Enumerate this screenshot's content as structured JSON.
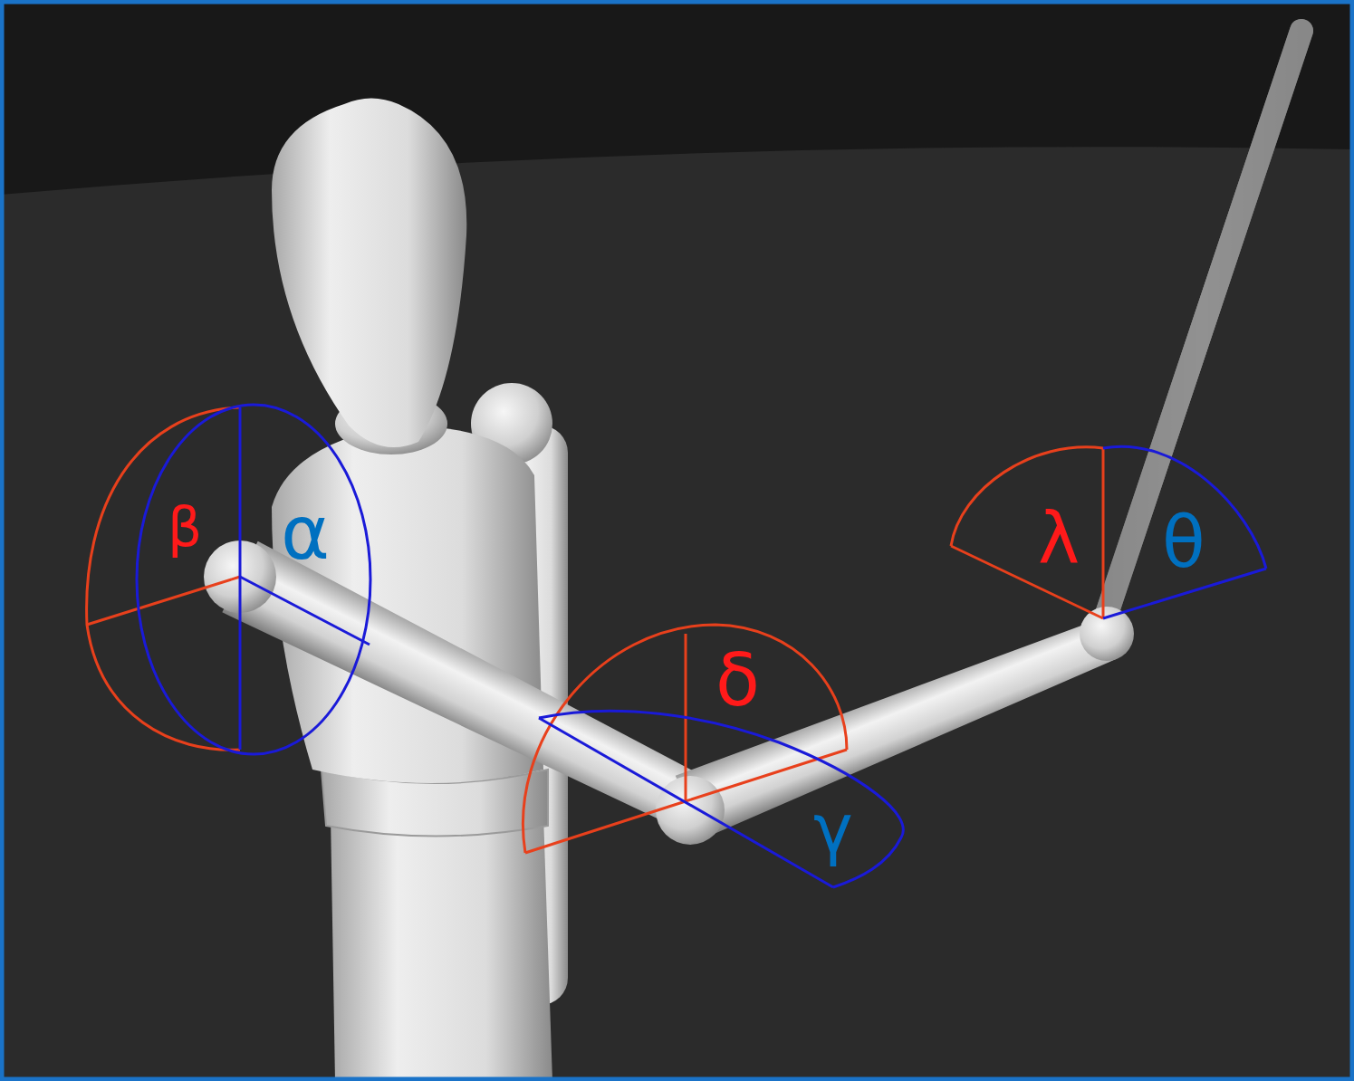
{
  "diagram": {
    "labels": [
      "β",
      "α",
      "δ",
      "γ",
      "λ",
      "θ"
    ]
  }
}
